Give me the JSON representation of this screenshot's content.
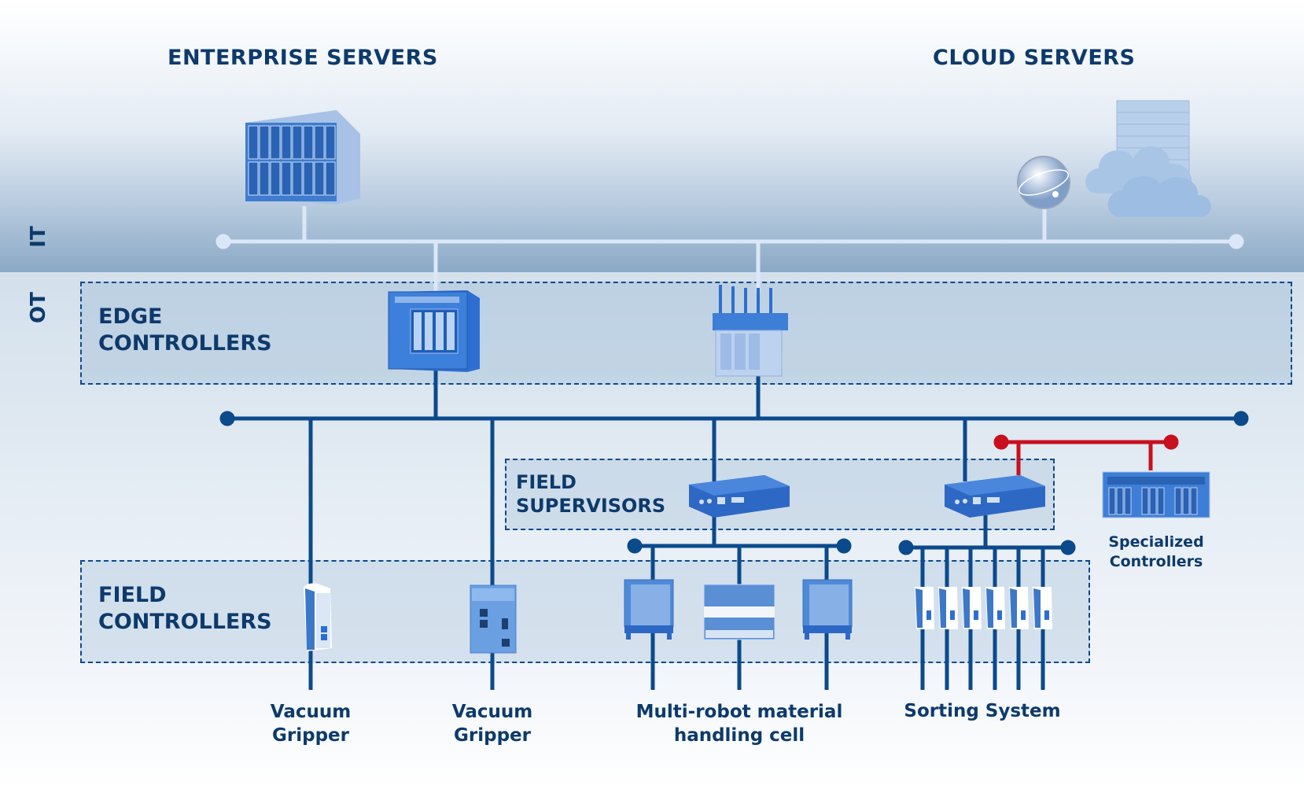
{
  "zones": {
    "it": "IT",
    "ot": "OT"
  },
  "headings": {
    "enterprise": "ENTERPRISE SERVERS",
    "cloud": "CLOUD SERVERS"
  },
  "tiers": {
    "edge": {
      "line1": "EDGE",
      "line2": "CONTROLLERS"
    },
    "field_supervisors": {
      "line1": "FIELD",
      "line2": "SUPERVISORS"
    },
    "field_controllers": {
      "line1": "FIELD",
      "line2": "CONTROLLERS"
    },
    "specialized": {
      "line1": "Specialized",
      "line2": "Controllers"
    }
  },
  "endpoints": [
    {
      "line1": "Vacuum",
      "line2": "Gripper"
    },
    {
      "line1": "Vacuum",
      "line2": "Gripper"
    },
    {
      "line1": "Multi-robot material",
      "line2": "handling cell"
    },
    {
      "line1": "Sorting System",
      "line2": ""
    }
  ],
  "devices": {
    "enterprise_server": "blade-server-icon",
    "globe": "globe-icon",
    "cloud": "cloud-server-icon",
    "edge_1": "tower-server-icon",
    "edge_2": "wireless-gateway-icon",
    "supervisor_1": "embedded-pc-icon",
    "supervisor_2": "embedded-pc-icon",
    "specialized": "rack-server-icon",
    "field_1": "din-rail-module-icon",
    "field_2": "plc-icon",
    "robot_cabinet_1": "robot-controller-icon",
    "io_module": "io-module-icon",
    "robot_cabinet_2": "robot-controller-icon",
    "sorting_modules": "din-rail-module-icon"
  },
  "colors": {
    "it_bus": "#dbe7f7",
    "ot_bus": "#0b4a8b",
    "red_bus": "#c8101e",
    "text": "#0d3a6b"
  }
}
